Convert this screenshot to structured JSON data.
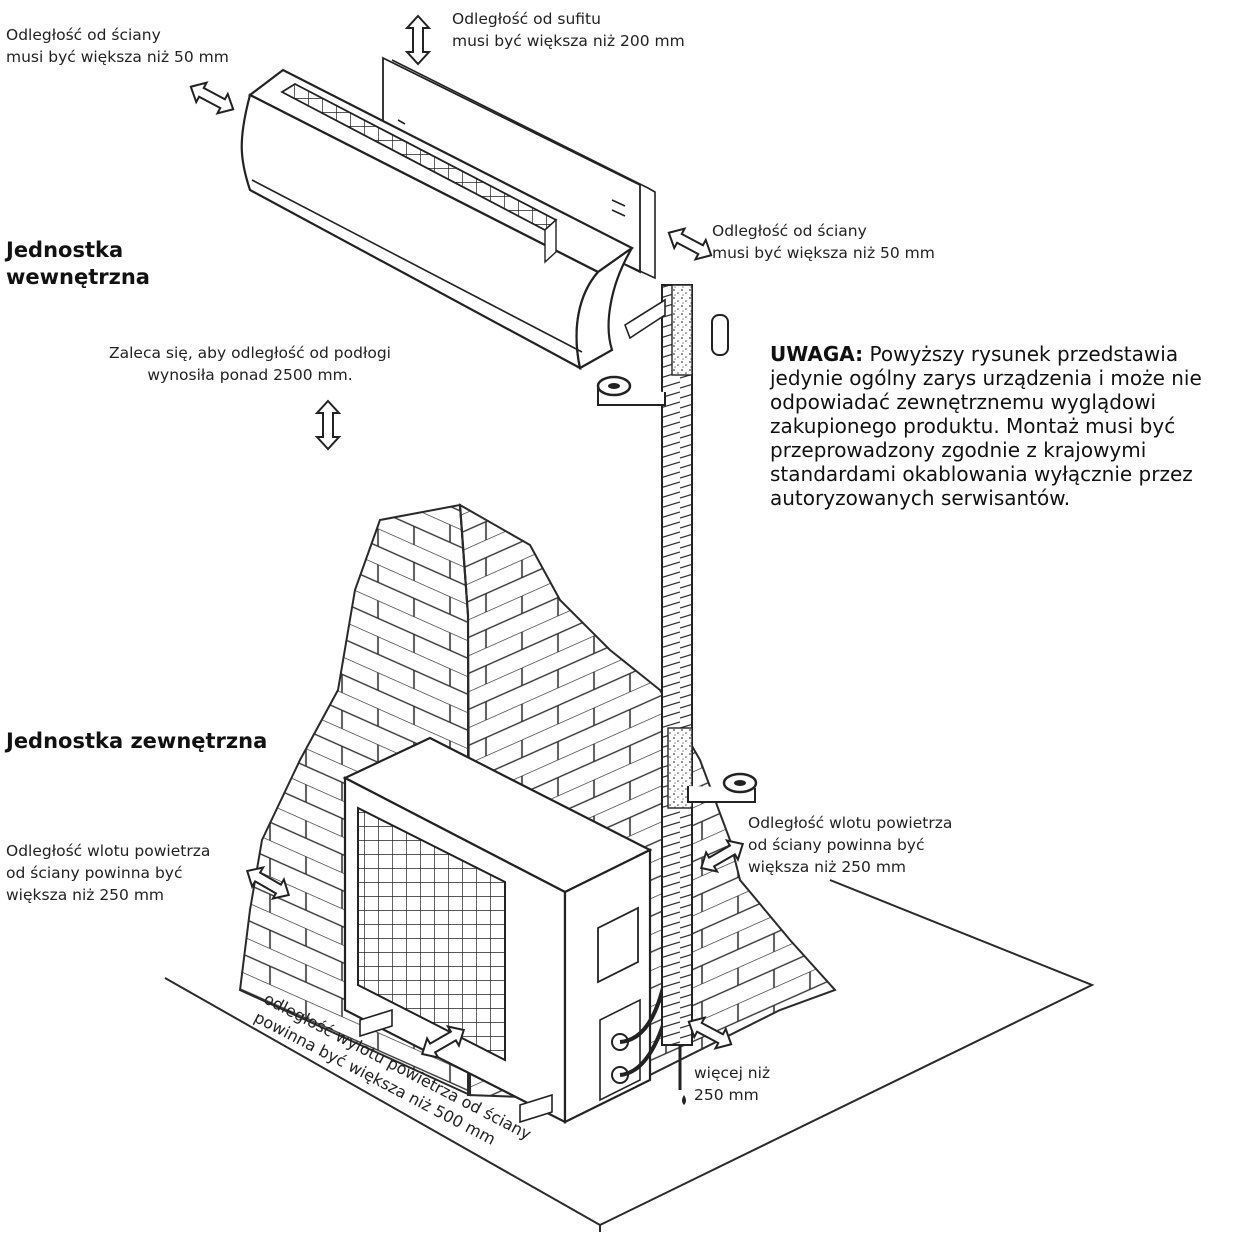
{
  "labels": {
    "wall_left_top": [
      "Odległość od ściany",
      "musi być większa niż 50 mm"
    ],
    "ceiling": [
      "Odległość od sufitu",
      "musi być większa niż 200 mm"
    ],
    "wall_right_top": [
      "Odległość od ściany",
      "musi być większa niż 50 mm"
    ],
    "floor": [
      "Zaleca się, aby odległość od podłogi",
      "wynosiła ponad 2500 mm."
    ],
    "inlet_left": [
      "Odległość wlotu powietrza",
      "od ściany powinna być",
      "większa niż 250 mm"
    ],
    "inlet_right": [
      "Odległość wlotu powietrza",
      "od ściany powinna być",
      "większa niż 250 mm"
    ],
    "side_clearance": [
      "więcej niż",
      "250 mm"
    ],
    "outlet": [
      "odległość wylotu powietrza od ściany",
      "powinna być większa niż 500 mm"
    ]
  },
  "titles": {
    "indoor": [
      "Jednostka",
      "wewnętrzna"
    ],
    "outdoor": "Jednostka zewnętrzna"
  },
  "note": {
    "lead": "UWAGA:",
    "body": " Powyższy rysunek przedstawia jedynie ogólny zarys urządzenia i może nie odpowiadać zewnętrznemu wyglądowi zakupionego produktu. Montaż musi być przeprowadzony zgodnie z krajowymi standardami okablowania wyłącznie przez autoryzowanych serwisantów."
  },
  "colors": {
    "line": "#2a2a2a",
    "arrow_fill": "#ffffff",
    "text": "#222222"
  }
}
